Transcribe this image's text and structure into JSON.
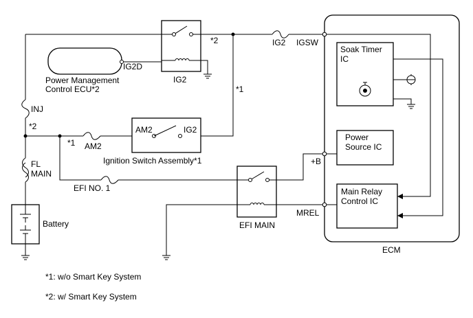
{
  "components": {
    "power_mgmt_line1": "Power Management",
    "power_mgmt_line2": "Control ECU*2",
    "ig2_relay": "IG2",
    "ig2_terminal": "IG2D",
    "ignition_switch": "Ignition Switch Assembly*1",
    "ignition_am2": "AM2",
    "ignition_ig2": "IG2",
    "efi_main_relay": "EFI MAIN",
    "battery": "Battery",
    "ecm": "ECM",
    "soak_timer_line1": "Soak Timer",
    "soak_timer_line2": "IC",
    "power_source_line1": "Power",
    "power_source_line2": "Source IC",
    "main_relay_line1": "Main Relay",
    "main_relay_line2": "Control IC"
  },
  "fuses": {
    "ig2": "IG2",
    "inj": "INJ",
    "am2": "AM2",
    "efi_no1": "EFI NO. 1",
    "fl_main_line1": "FL",
    "fl_main_line2": "MAIN"
  },
  "terminals": {
    "igsw": "IGSW",
    "plus_b": "+B",
    "mrel": "MREL"
  },
  "markers": {
    "smart_key": "*2",
    "no_smart_key": "*1"
  },
  "notes": {
    "note1": "*1: w/o Smart Key System",
    "note2": "*2: w/ Smart Key System"
  }
}
